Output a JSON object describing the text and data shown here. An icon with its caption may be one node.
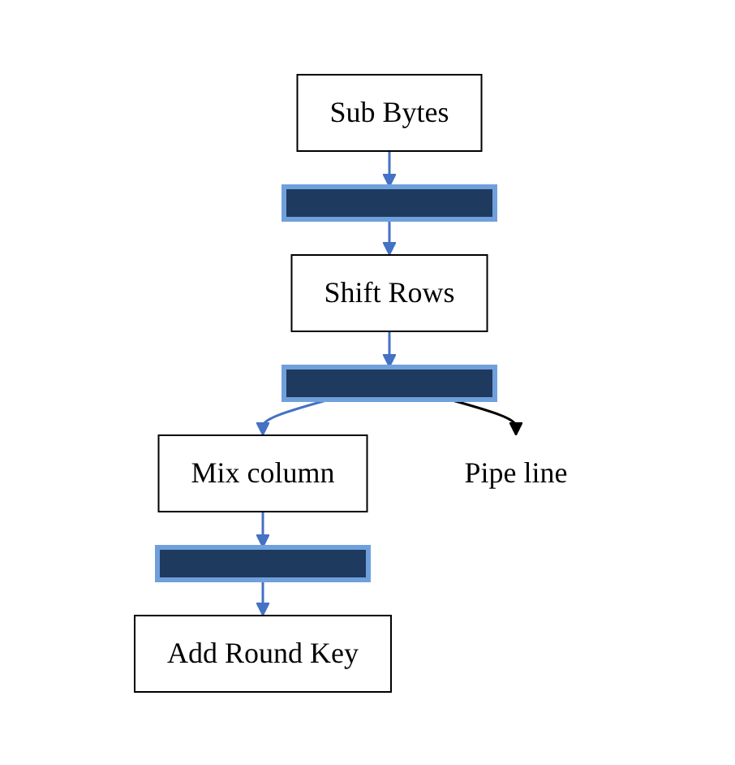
{
  "diagram": {
    "nodes": [
      {
        "text": [
          "Sub Bytes"
        ]
      },
      {
        "text": [],
        "shape": "bar"
      },
      {
        "text": [
          "Shift Rows"
        ]
      },
      {
        "text": [],
        "shape": "bar"
      },
      {
        "text": [
          "Mix column"
        ]
      },
      {
        "text": [],
        "shape": "bar"
      },
      {
        "text": [
          "Add Round Key"
        ]
      },
      {
        "text": [
          "Pipe line"
        ]
      }
    ],
    "edges": [
      {
        "from": 0,
        "to": 1,
        "arrow": "to"
      },
      {
        "from": 1,
        "to": 2,
        "arrow": "to"
      },
      {
        "from": 2,
        "to": 3,
        "arrow": "to"
      },
      {
        "from": 3,
        "to": 4,
        "arrow": "to"
      },
      {
        "from": 4,
        "to": 5,
        "arrow": "to"
      },
      {
        "from": 5,
        "to": 6,
        "arrow": "to"
      },
      {
        "from": 3,
        "to": 7,
        "arrow": "to",
        "color": "#000000"
      }
    ]
  }
}
